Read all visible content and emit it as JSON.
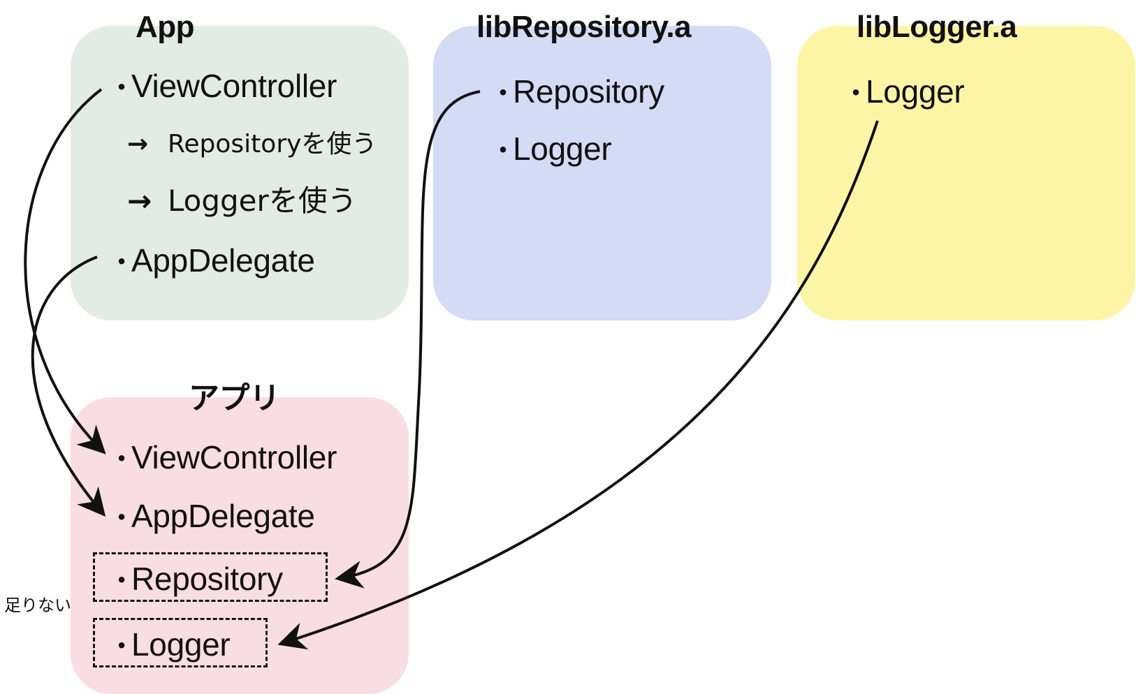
{
  "colors": {
    "app_box": "#e3ece4",
    "repository_box": "#d4dbf5",
    "logger_box": "#fdf5a6",
    "apuri_box": "#f9dde4",
    "arrow": "#111111"
  },
  "app": {
    "title": "App",
    "items": [
      {
        "bullet": "・",
        "label": "ViewController"
      },
      {
        "bullet": "・",
        "label": "AppDelegate"
      }
    ],
    "uses": [
      {
        "arrow": "→",
        "label": "Repositoryを使う"
      },
      {
        "arrow": "→",
        "label": "Loggerを使う"
      }
    ]
  },
  "lib_repository": {
    "title": "libRepository.a",
    "items": [
      {
        "bullet": "・",
        "label": "Repository"
      },
      {
        "bullet": "・",
        "label": "Logger"
      }
    ]
  },
  "lib_logger": {
    "title": "libLogger.a",
    "items": [
      {
        "bullet": "・",
        "label": "Logger"
      }
    ]
  },
  "apuri": {
    "title": "アプリ",
    "items": [
      {
        "bullet": "・",
        "label": "ViewController"
      },
      {
        "bullet": "・",
        "label": "AppDelegate"
      }
    ],
    "missing_items": [
      {
        "bullet": "・",
        "label": "Repository"
      },
      {
        "bullet": "・",
        "label": "Logger"
      }
    ]
  },
  "missing_note": "足りない",
  "connectors": [
    {
      "from": "App: ViewController",
      "to": "アプリ: ViewController"
    },
    {
      "from": "App: AppDelegate",
      "to": "アプリ: AppDelegate"
    },
    {
      "from": "libRepository.a: Repository",
      "to": "アプリ: Repository"
    },
    {
      "from": "libLogger.a: Logger",
      "to": "アプリ: Logger"
    }
  ]
}
